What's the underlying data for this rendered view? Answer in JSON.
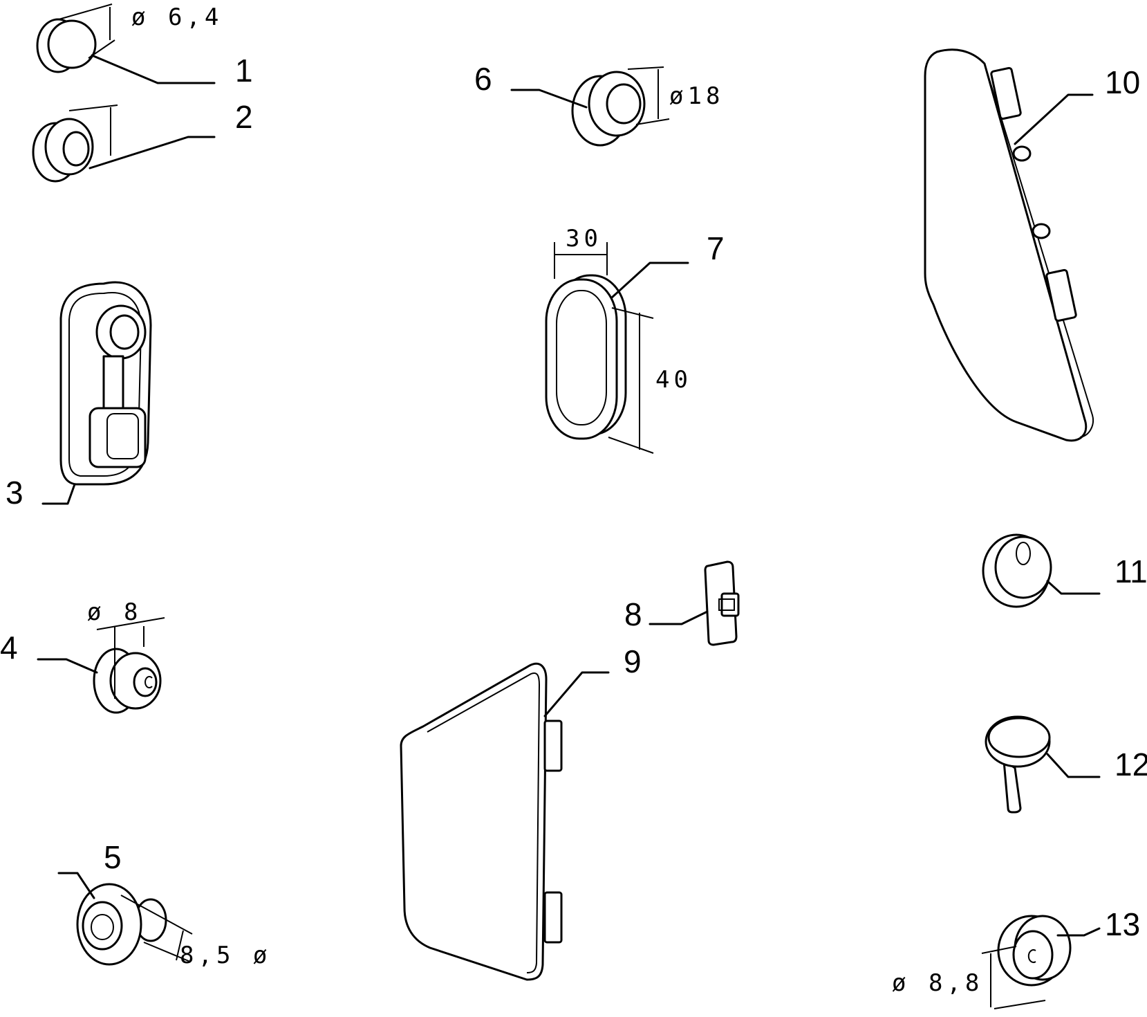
{
  "diagram": {
    "callouts": {
      "c1": "1",
      "c2": "2",
      "c3": "3",
      "c4": "4",
      "c5": "5",
      "c6": "6",
      "c7": "7",
      "c8": "8",
      "c9": "9",
      "c10": "10",
      "c11": "11",
      "c12": "12",
      "c13": "13"
    },
    "dimensions": {
      "d1": "ø 6,4",
      "d4": "ø 8",
      "d5": "8,5 ø",
      "d6": "ø18",
      "d7_width": "30",
      "d7_height": "40",
      "d13": "ø 8,8"
    }
  }
}
